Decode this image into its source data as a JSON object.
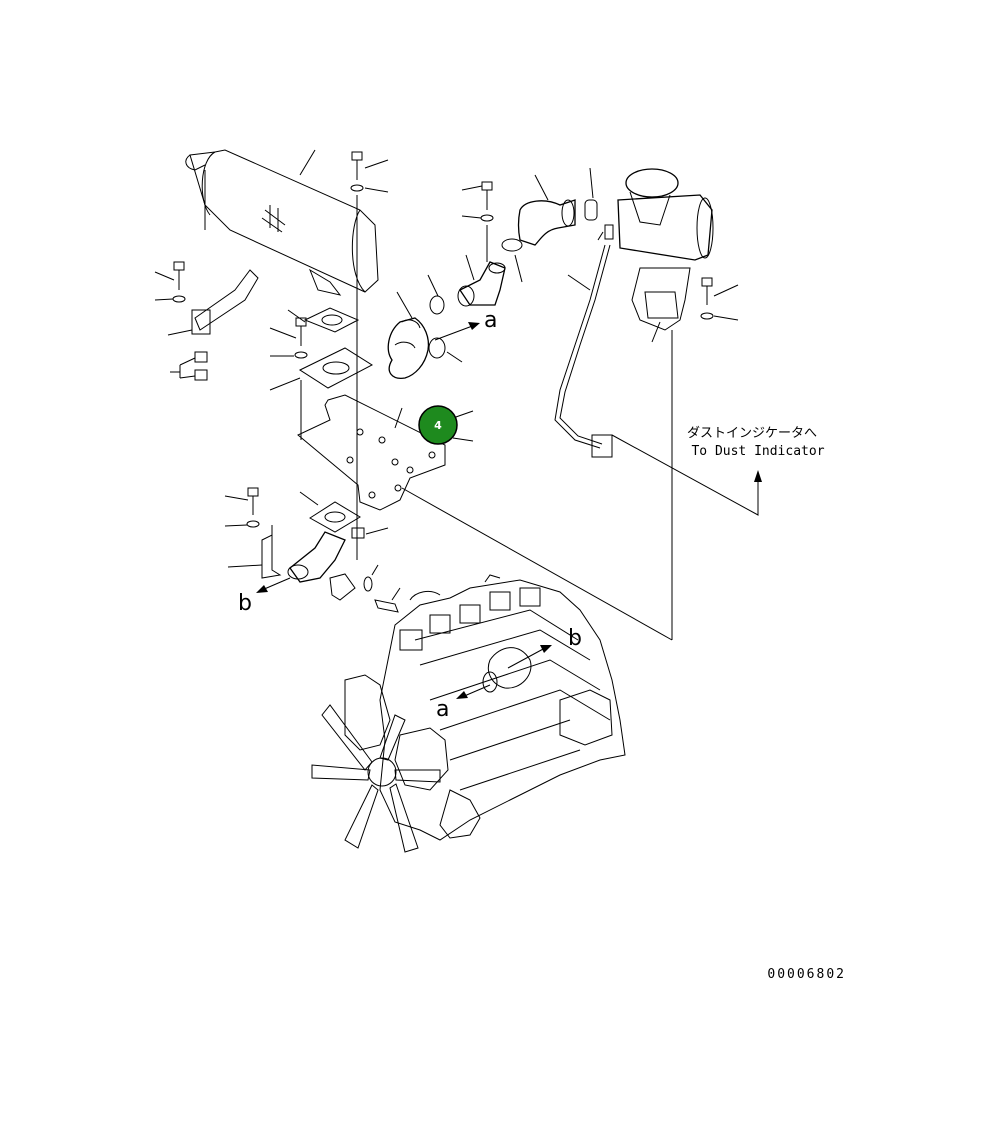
{
  "diagram": {
    "labels": {
      "dust_indicator_jp": "ダストインジケータへ",
      "dust_indicator_en": "To Dust Indicator",
      "drawing_number": "00006802"
    },
    "connection_letters": {
      "a_upper": "a",
      "a_lower": "a",
      "b_left": "b",
      "b_right": "b"
    },
    "callout": {
      "number": "4",
      "color": "#1e8a1e"
    }
  }
}
